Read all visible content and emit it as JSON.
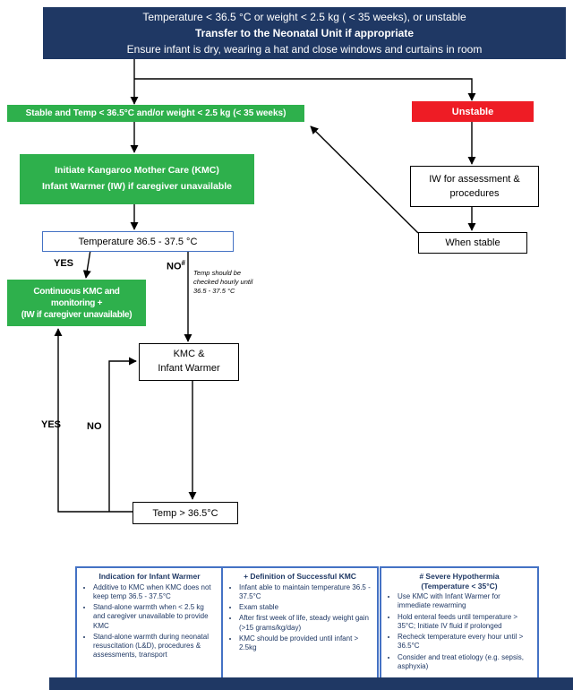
{
  "header": {
    "line1": "Temperature < 36.5 °C or weight < 2.5 kg ( < 35 weeks), or unstable",
    "line2": "Transfer to the Neonatal Unit if appropriate",
    "line3": "Ensure infant is dry, wearing a hat and close windows and curtains in room"
  },
  "nodes": {
    "stable_branch": "Stable and Temp < 36.5°C and/or weight < 2.5 kg (< 35 weeks)",
    "unstable": "Unstable",
    "initiate_kmc": {
      "line1": "Initiate Kangaroo Mother Care (KMC)",
      "line2": "Infant Warmer (IW) if caregiver unavailable"
    },
    "temp_check": "Temperature 36.5 - 37.5 °C",
    "continuous_kmc": {
      "line1": "Continuous KMC and",
      "line2": "monitoring +",
      "line3": "(IW if caregiver unavailable)"
    },
    "kmc_infant_warmer": {
      "line1": "KMC &",
      "line2": "Infant Warmer"
    },
    "temp_above": "Temp > 36.5°C",
    "iw_assessment": {
      "line1": "IW for assessment &",
      "line2": "procedures"
    },
    "when_stable": "When stable"
  },
  "labels": {
    "yes_top": "YES",
    "no_top": "NO",
    "no_top_sup": "#",
    "yes_loop": "YES",
    "no_loop": "NO",
    "hourly_note": "Temp should be checked hourly until 36.5 - 37.5 °C"
  },
  "footnotes": [
    {
      "title": "Indication for Infant Warmer",
      "title2": "",
      "bullets": [
        "Additive to KMC when KMC does not keep temp 36.5 - 37.5°C",
        "Stand-alone warmth when < 2.5 kg and caregiver unavailable to provide KMC",
        "Stand-alone warmth during neonatal resuscitation (L&D), procedures & assessments, transport"
      ]
    },
    {
      "title": "+ Definition of Successful KMC",
      "title2": "",
      "bullets": [
        "Infant able to maintain temperature 36.5 - 37.5°C",
        "Exam stable",
        "After first week of life, steady weight gain (>15 grams/kg/day)",
        "KMC should be provided until infant > 2.5kg"
      ]
    },
    {
      "title": "# Severe Hypothermia",
      "title2": "(Temperature < 35°C)",
      "bullets": [
        "Use KMC with Infant Warmer for immediate rewarming",
        "Hold enteral feeds until temperature > 35°C; Initiate IV fluid if prolonged",
        "Recheck temperature every hour until > 36.5°C",
        "Consider and treat etiology (e.g. sepsis, asphyxia)"
      ]
    }
  ],
  "colors": {
    "navy": "#1F3864",
    "green": "#2EB04C",
    "red": "#EE1C25",
    "blue_border": "#4472C4"
  }
}
